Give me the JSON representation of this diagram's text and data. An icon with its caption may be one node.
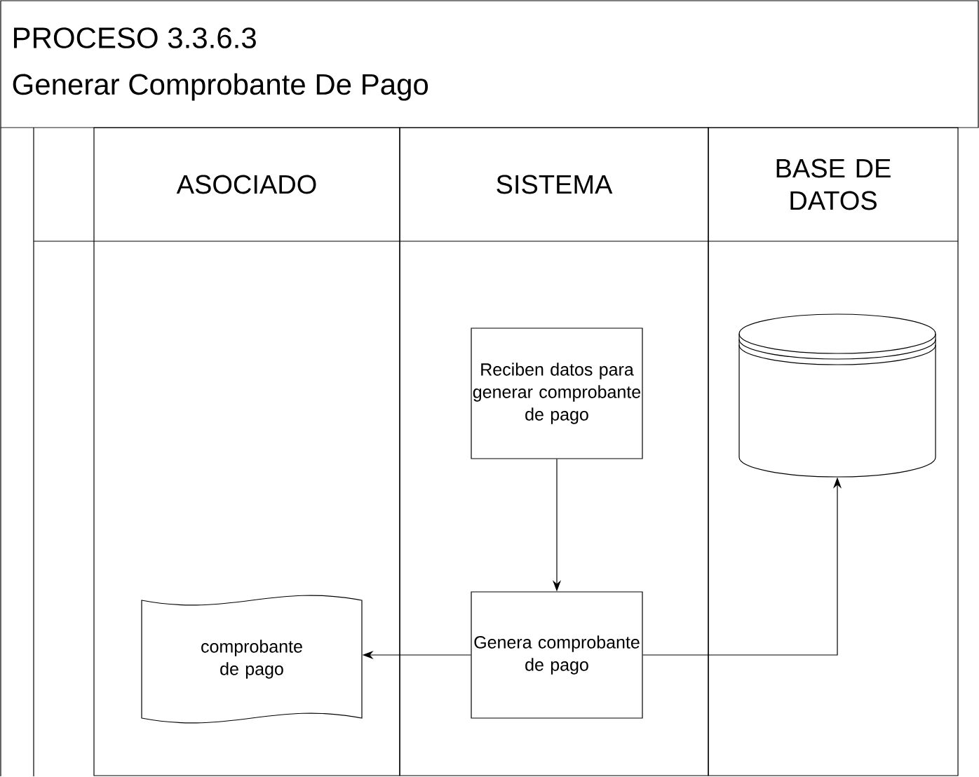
{
  "diagram": {
    "title": "PROCESO 3.3.6.3",
    "labels": [
      "Generar Comprobante De Pago"
    ],
    "nodes": [
      {
        "text": [
          "ASOCIADO"
        ]
      },
      {
        "text": [
          "SISTEMA"
        ]
      },
      {
        "text": [
          "BASE DE DATOS"
        ]
      },
      {
        "text": [
          "Reciben datos para generar comprobante de pago"
        ],
        "in": 1
      },
      {
        "text": [
          "comprobante de pago"
        ],
        "in": 0
      },
      {
        "text": [
          "Genera comprobante de pago"
        ],
        "in": 1
      },
      {
        "text": [],
        "shape": "cylinder",
        "in": 2
      }
    ],
    "edges": [
      {
        "from": 3,
        "to": 5,
        "arrow": "to"
      },
      {
        "from": 5,
        "to": 4,
        "arrow": "to"
      },
      {
        "from": 5,
        "to": 6,
        "arrow": "to"
      }
    ]
  }
}
